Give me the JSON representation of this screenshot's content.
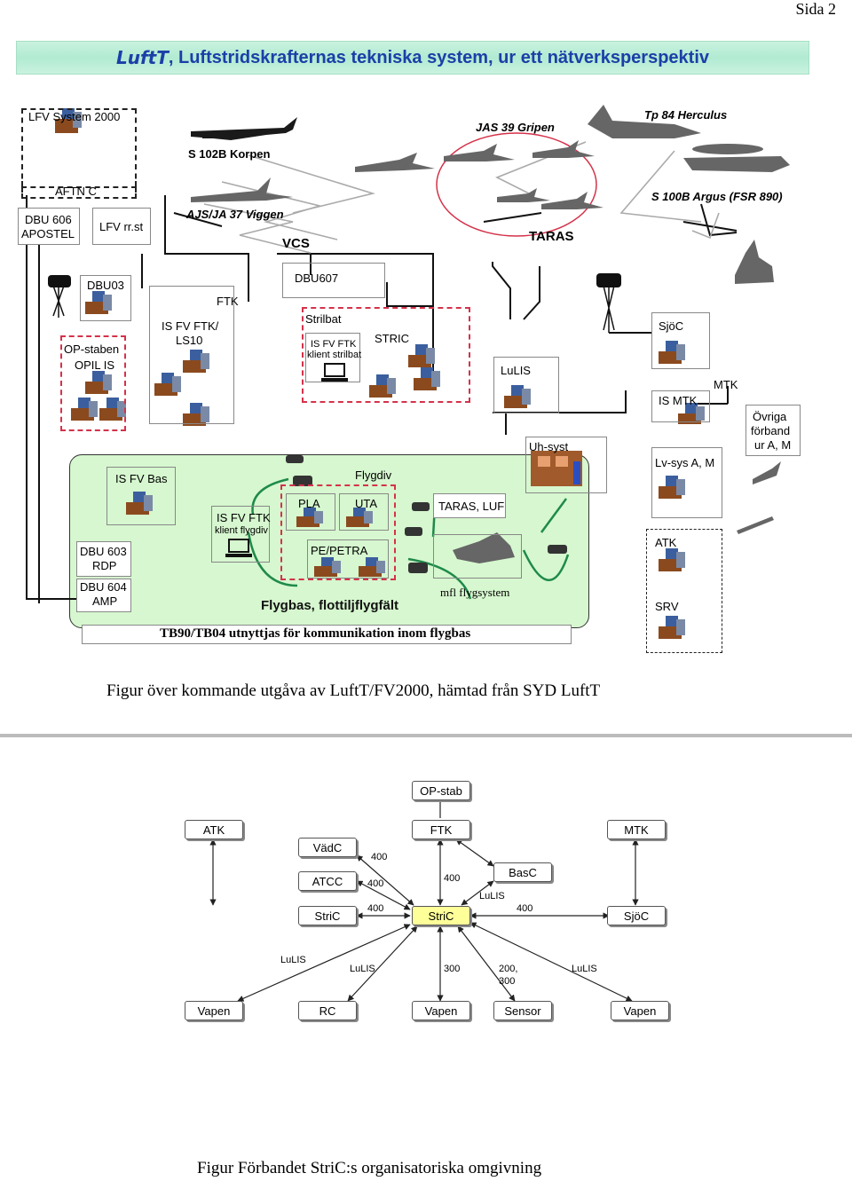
{
  "page": {
    "number": "Sida 2"
  },
  "banner": {
    "brand": "LuftT",
    "rest": ", Luftstridskrafternas tekniska system, ur ett nätverksperspektiv"
  },
  "diagram1": {
    "lfv_system": "LFV System 2000",
    "aftn": "AFTN C",
    "dbu606": "DBU 606",
    "apostel": "APOSTEL",
    "lfv_rrst": "LFV rr.st",
    "korpen": "S 102B Korpen",
    "viggen": "AJS/JA 37 Viggen",
    "gripen": "JAS 39 Gripen",
    "herculus": "Tp 84 Herculus",
    "argus": "S 100B Argus (FSR 890)",
    "vcs": "VCS",
    "taras_top": "TARAS",
    "dbu03": "DBU03",
    "opstaben": "OP-staben",
    "opilis": "OPIL IS",
    "ftk": "FTK",
    "isfvftk_ls10_1": "IS FV FTK/",
    "isfvftk_ls10_2": "LS10",
    "dbu607": "DBU607",
    "strilbat": "Strilbat",
    "isfvftk": "IS FV FTK",
    "klient_strilbat": "klient strilbat",
    "stric": "STRIC",
    "lulis": "LuLIS",
    "sjoc": "SjöC",
    "is_mtk": "IS MTK",
    "mtk": "MTK",
    "ovriga_1": "Övriga",
    "ovriga_2": "förband",
    "ovriga_3": "ur A, M",
    "uhsyst": "Uh-syst",
    "lvsys": "Lv-sys A, M",
    "isfvbas": "IS FV Bas",
    "flygdiv": "Flygdiv",
    "isfvftk2": "IS FV FTK",
    "klient_flygdiv": "klient flygdiv",
    "pla": "PLA",
    "uta": "UTA",
    "taras_luf": "TARAS, LUF",
    "pepetra": "PE/PETRA",
    "dbu603_1": "DBU 603",
    "dbu603_2": "RDP",
    "dbu604_1": "DBU 604",
    "dbu604_2": "AMP",
    "mfl": "mfl  flygsystem",
    "flygbas": "Flygbas, flottiljflygfält",
    "atk": "ATK",
    "srv": "SRV",
    "tb90": "TB90/TB04 utnyttjas för kommunikation inom flygbas"
  },
  "caption1": "Figur över kommande utgåva av LuftT/FV2000, hämtad  från SYD LuftT",
  "diagram2": {
    "opstab": "OP-stab",
    "atk": "ATK",
    "ftk": "FTK",
    "mtk": "MTK",
    "vadc": "VädC",
    "atcc": "ATCC",
    "stric_left": "StriC",
    "stric_center": "StriC",
    "basc": "BasC",
    "sjoc": "SjöC",
    "vapen1": "Vapen",
    "rc": "RC",
    "vapen2": "Vapen",
    "sensor": "Sensor",
    "vapen3": "Vapen",
    "l400a": "400",
    "l400b": "400",
    "l400c": "400",
    "l400d": "400",
    "l400e": "400",
    "lulis_basc": "LuLIS",
    "lulis1": "LuLIS",
    "lulis2": "LuLIS",
    "l300": "300",
    "l200": "200,",
    "l300b": "300",
    "lulis3": "LuLIS"
  },
  "caption2": "Figur Förbandet StriC:s organisatoriska omgivning"
}
